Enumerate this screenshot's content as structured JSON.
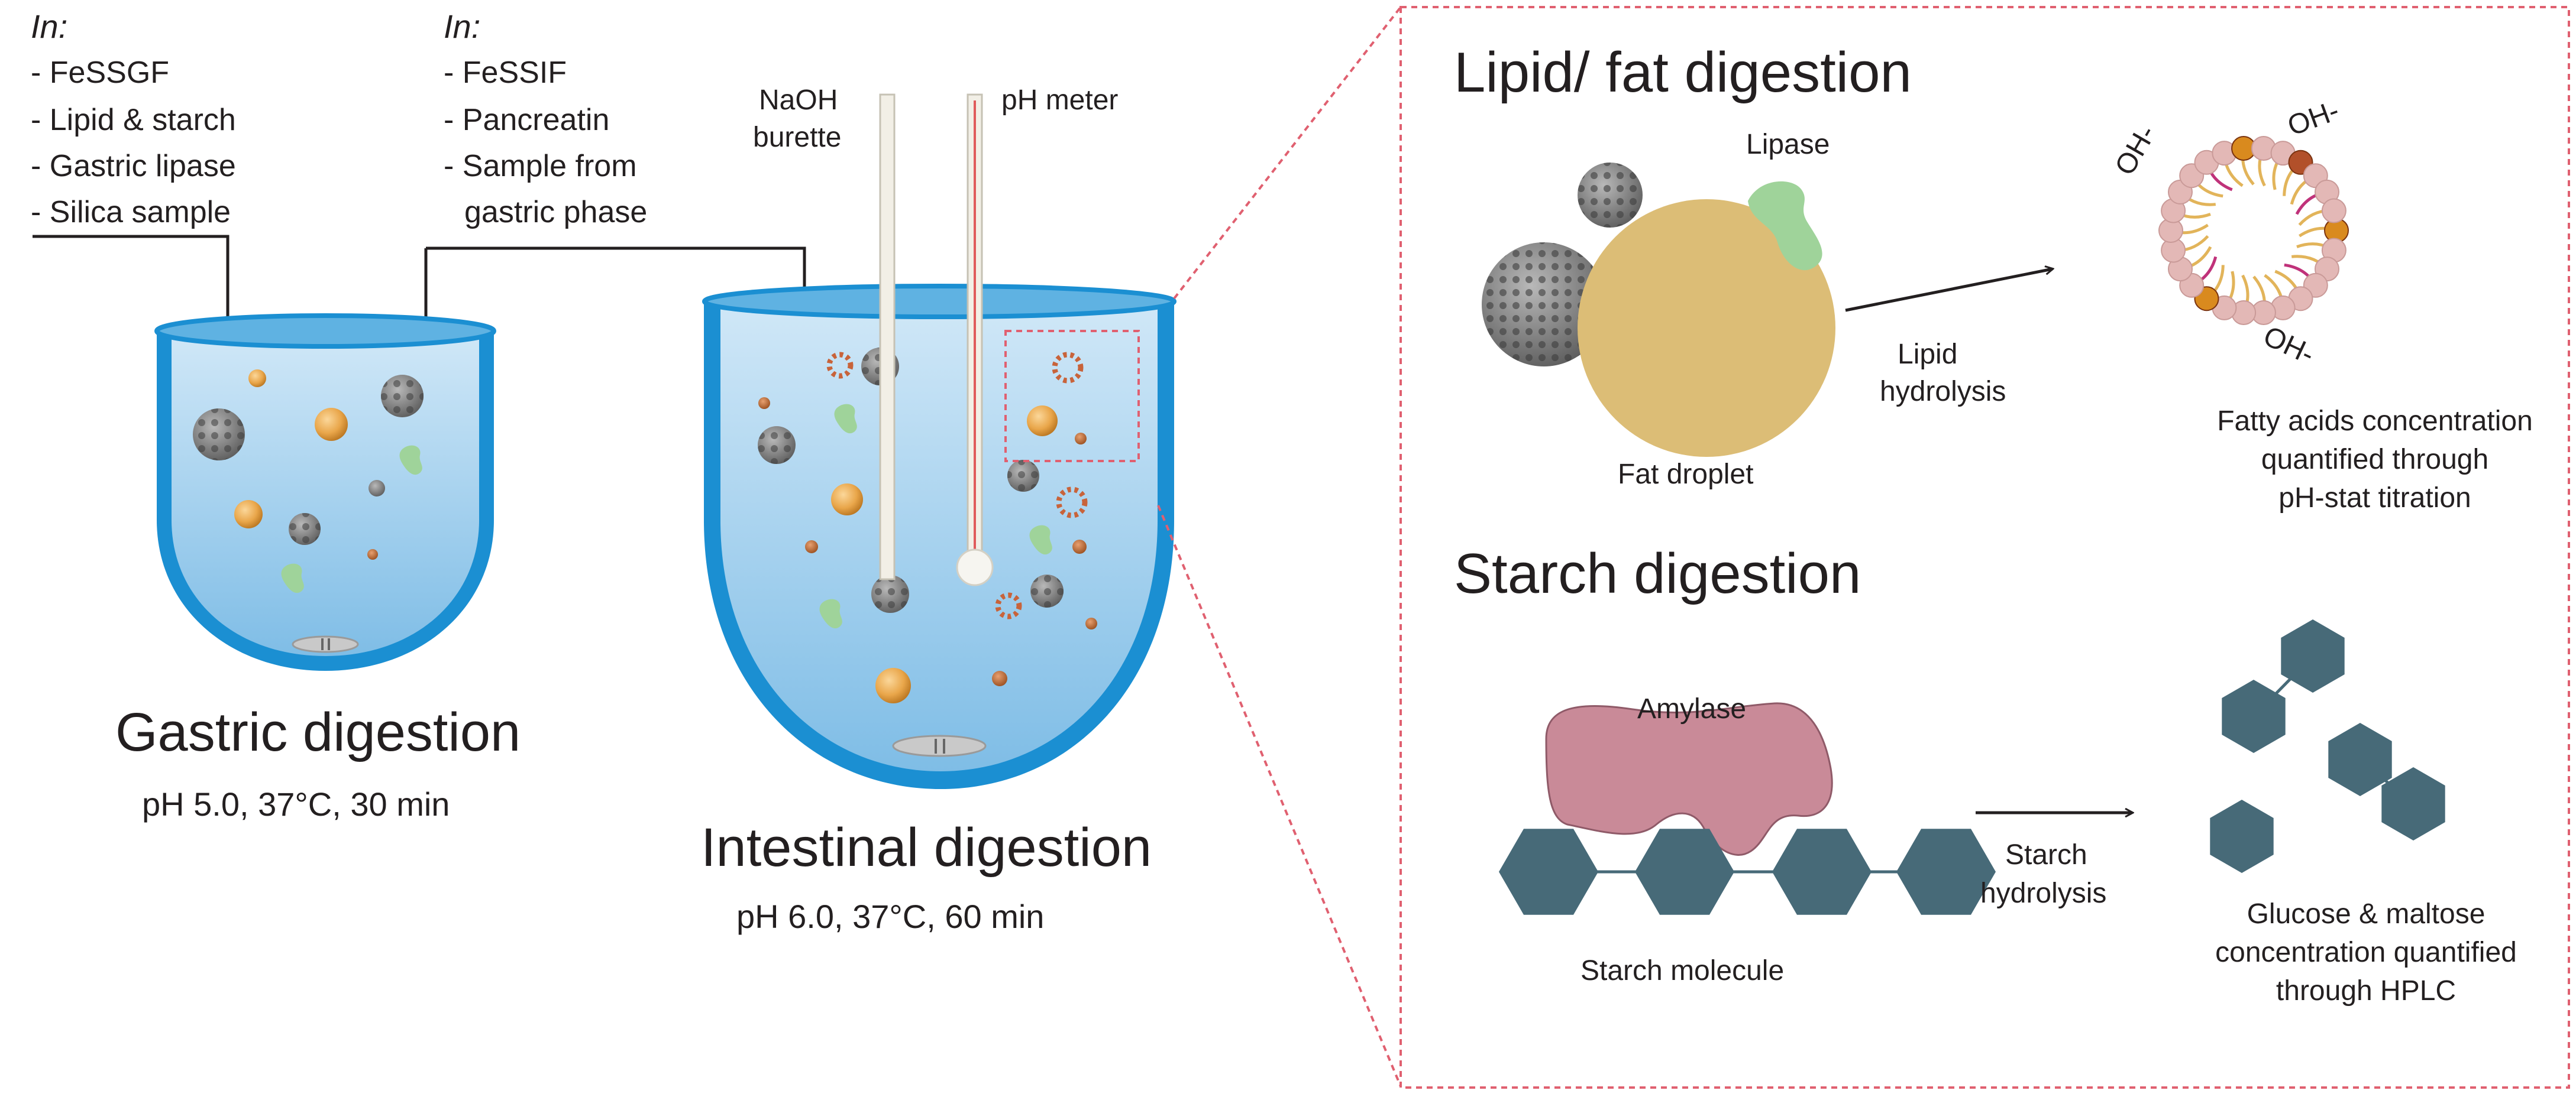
{
  "gastric_inputs": {
    "heading": "In:",
    "items": [
      "- FeSSGF",
      "- Lipid & starch",
      "- Gastric lipase",
      "- Silica sample"
    ]
  },
  "intestinal_inputs": {
    "heading": "In:",
    "items": [
      "- FeSSIF",
      "- Pancreatin",
      "- Sample from",
      "gastric phase"
    ]
  },
  "gastric": {
    "title": "Gastric digestion",
    "conditions": "pH 5.0, 37°C, 30 min"
  },
  "intestinal": {
    "title": "Intestinal digestion",
    "conditions": "pH 6.0, 37°C, 60 min"
  },
  "instruments": {
    "burette_line1": "NaOH",
    "burette_line2": "burette",
    "ph_meter": "pH meter"
  },
  "lipid": {
    "title": "Lipid/ fat digestion",
    "enzyme": "Lipase",
    "droplet": "Fat droplet",
    "reaction_line1": "Lipid",
    "reaction_line2": "hydrolysis",
    "ions": [
      "OH-",
      "OH-",
      "OH-"
    ],
    "result_line1": "Fatty acids concentration",
    "result_line2": "quantified through",
    "result_line3": "pH-stat titration"
  },
  "starch": {
    "title": "Starch digestion",
    "enzyme": "Amylase",
    "molecule": "Starch molecule",
    "reaction_line1": "Starch",
    "reaction_line2": "hydrolysis",
    "result_line1": "Glucose & maltose",
    "result_line2": "concentration quantified",
    "result_line3": "through HPLC"
  },
  "colors": {
    "vessel_blue": "#1b8fd2",
    "liquid": "#a9d4ef",
    "fat": "#e9a64a",
    "silica": "#7a7a7a",
    "lipase": "#9fd39a",
    "droplet": "#dcbd76",
    "amylase": "#c98a98",
    "hexagon": "#476a78",
    "dashed_box": "#e06070"
  }
}
